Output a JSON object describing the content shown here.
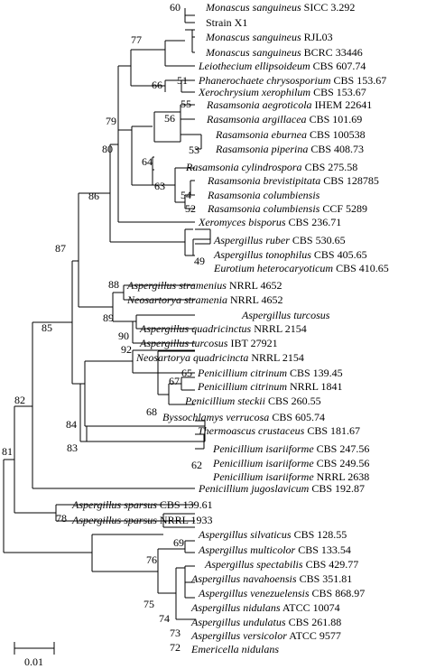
{
  "taxa": [
    {
      "species": "Monascus sanguineus",
      "strain": "SICC 3.292"
    },
    {
      "species": "",
      "strain": "Strain X1"
    },
    {
      "species": "Monascus sanguineus",
      "strain": "RJL03"
    },
    {
      "species": "Monascus sanguineus",
      "strain": "BCRC 33446"
    },
    {
      "species": "Leiothecium ellipsoideum",
      "strain": "CBS 607.74"
    },
    {
      "species": "Phanerochaete chrysosporium",
      "strain": "CBS 153.67"
    },
    {
      "species": "Xerochrysium xerophilum",
      "strain": "CBS 153.67"
    },
    {
      "species": "Rasamsonia aegroticola",
      "strain": "IHEM 22641"
    },
    {
      "species": "Rasamsonia argillacea",
      "strain": "CBS 101.69"
    },
    {
      "species": "Rasamsonia eburnea",
      "strain": "CBS 100538"
    },
    {
      "species": "Rasamsonia piperina",
      "strain": "CBS 408.73"
    },
    {
      "species": "Rasamsonia cylindrospora",
      "strain": "CBS 275.58"
    },
    {
      "species": "Rasamsonia brevistipitata",
      "strain": "CBS 128785"
    },
    {
      "species": "Rasamsonia columbiensis",
      "strain": ""
    },
    {
      "species": "Rasamsonia columbiensis",
      "strain": "CCF 5289"
    },
    {
      "species": "Xeromyces bisporus",
      "strain": "CBS 236.71"
    },
    {
      "species": "Aspergillus ruber",
      "strain": "CBS 530.65"
    },
    {
      "species": "Aspergillus tonophilus",
      "strain": "CBS 405.65"
    },
    {
      "species": "Eurotium heterocaryoticum",
      "strain": "CBS 410.65"
    },
    {
      "species": "Aspergillus stramenius",
      "strain": "NRRL 4652"
    },
    {
      "species": "Neosartorya stramenia",
      "strain": "NRRL 4652"
    },
    {
      "species": "Aspergillus turcosus",
      "strain": ""
    },
    {
      "species": "Aspergillus quadricinctus",
      "strain": "NRRL 2154"
    },
    {
      "species": "Aspergillus turcosus",
      "strain": "IBT 27921"
    },
    {
      "species": "Neosartorya quadricincta",
      "strain": "NRRL 2154"
    },
    {
      "species": "Penicillium citrinum",
      "strain": "CBS 139.45"
    },
    {
      "species": "Penicillium citrinum",
      "strain": "NRRL 1841"
    },
    {
      "species": "Penicillium steckii",
      "strain": "CBS 260.55"
    },
    {
      "species": "Byssochlamys verrucosa",
      "strain": "CBS 605.74"
    },
    {
      "species": "Thermoascus crustaceus",
      "strain": "CBS 181.67"
    },
    {
      "species": "Penicillium isariiforme",
      "strain": "CBS 247.56"
    },
    {
      "species": "Penicillium isariiforme",
      "strain": "CBS 249.56"
    },
    {
      "species": "Penicillium isariiforme",
      "strain": "NRRL 2638"
    },
    {
      "species": "Penicillium jugoslavicum",
      "strain": "CBS 192.87"
    },
    {
      "species": "Aspergillus sparsus",
      "strain": "CBS 139.61"
    },
    {
      "species": "Aspergillus sparsus",
      "strain": "NRRL 1933"
    },
    {
      "species": "Aspergillus silvaticus",
      "strain": "CBS 128.55"
    },
    {
      "species": "Aspergillus multicolor",
      "strain": "CBS 133.54"
    },
    {
      "species": "Aspergillus spectabilis",
      "strain": "CBS 429.77"
    },
    {
      "species": "Aspergillus navahoensis",
      "strain": "CBS 351.81"
    },
    {
      "species": "Aspergillus venezuelensis",
      "strain": "CBS 868.97"
    },
    {
      "species": "Aspergillus nidulans",
      "strain": "ATCC 10074"
    },
    {
      "species": "Aspergillus undulatus",
      "strain": "CBS 261.88"
    },
    {
      "species": "Aspergillus versicolor",
      "strain": "ATCC 9577"
    },
    {
      "species": "Emericella nidulans",
      "strain": ""
    }
  ],
  "bootstrap": [
    "60",
    "77",
    "66",
    "51",
    "79",
    "55",
    "56",
    "53",
    "64",
    "63",
    "54",
    "52",
    "80",
    "86",
    "49",
    "87",
    "88",
    "89",
    "90",
    "92",
    "85",
    "65",
    "67",
    "68",
    "84",
    "83",
    "62",
    "82",
    "81",
    "78",
    "76",
    "69",
    "75",
    "74",
    "73",
    "72"
  ],
  "scale_bar": {
    "label": "0.01"
  }
}
